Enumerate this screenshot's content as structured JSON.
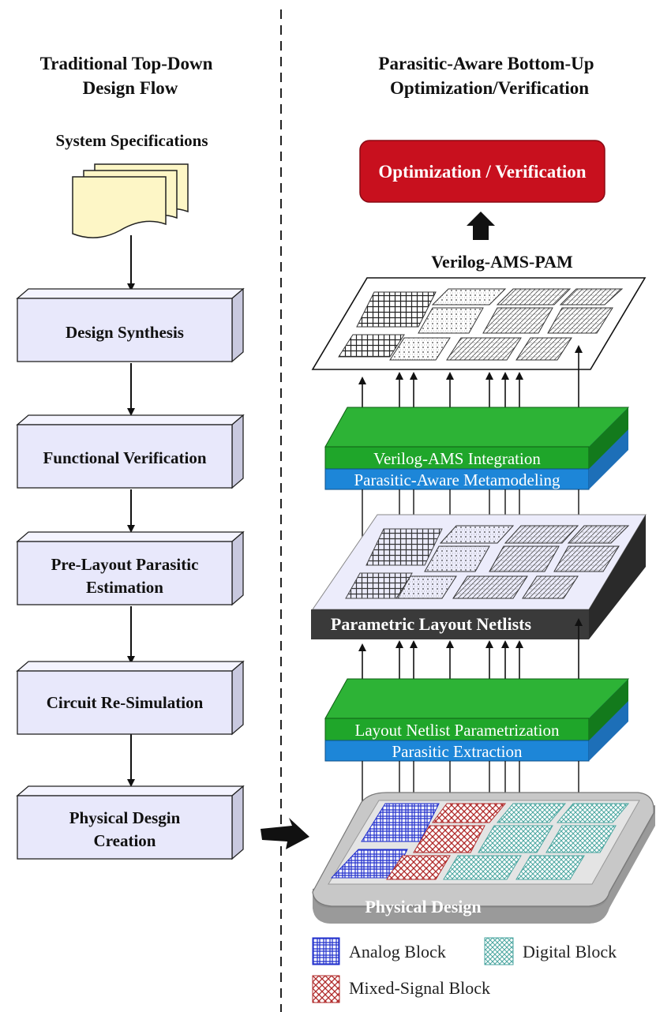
{
  "left": {
    "title_line1": "Traditional Top-Down",
    "title_line2": "Design Flow",
    "spec_label": "System Specifications",
    "steps": [
      {
        "line1": "Design Synthesis",
        "line2": ""
      },
      {
        "line1": "Functional Verification",
        "line2": ""
      },
      {
        "line1": "Pre-Layout Parasitic",
        "line2": "Estimation"
      },
      {
        "line1": "Circuit Re-Simulation",
        "line2": ""
      },
      {
        "line1": "Physical Desgin",
        "line2": "Creation"
      }
    ]
  },
  "right": {
    "title_line1": "Parasitic-Aware Bottom-Up",
    "title_line2": "Optimization/Verification",
    "optimization_label": "Optimization / Verification",
    "verilog_label": "Verilog-AMS-PAM",
    "upper_stack": {
      "top_label": "Verilog-AMS Integration",
      "bottom_label": "Parasitic-Aware Metamodeling"
    },
    "netlist_label": "Parametric Layout Netlists",
    "lower_stack": {
      "top_label": "Layout Netlist Parametrization",
      "bottom_label": "Parasitic Extraction"
    },
    "physical_label": "Physical Design"
  },
  "legend": {
    "analog": "Analog Block",
    "digital": "Digital Block",
    "mixed": "Mixed-Signal Block"
  },
  "colors": {
    "box_fill": "#e8e8fb",
    "spec_fill": "#fdf6c6",
    "opt_fill": "#c8101e",
    "green": "#1fa62a",
    "blue": "#1d86d8",
    "analog": "#2230cc",
    "mixed": "#b02a2a",
    "digital": "#4aa6a0"
  }
}
